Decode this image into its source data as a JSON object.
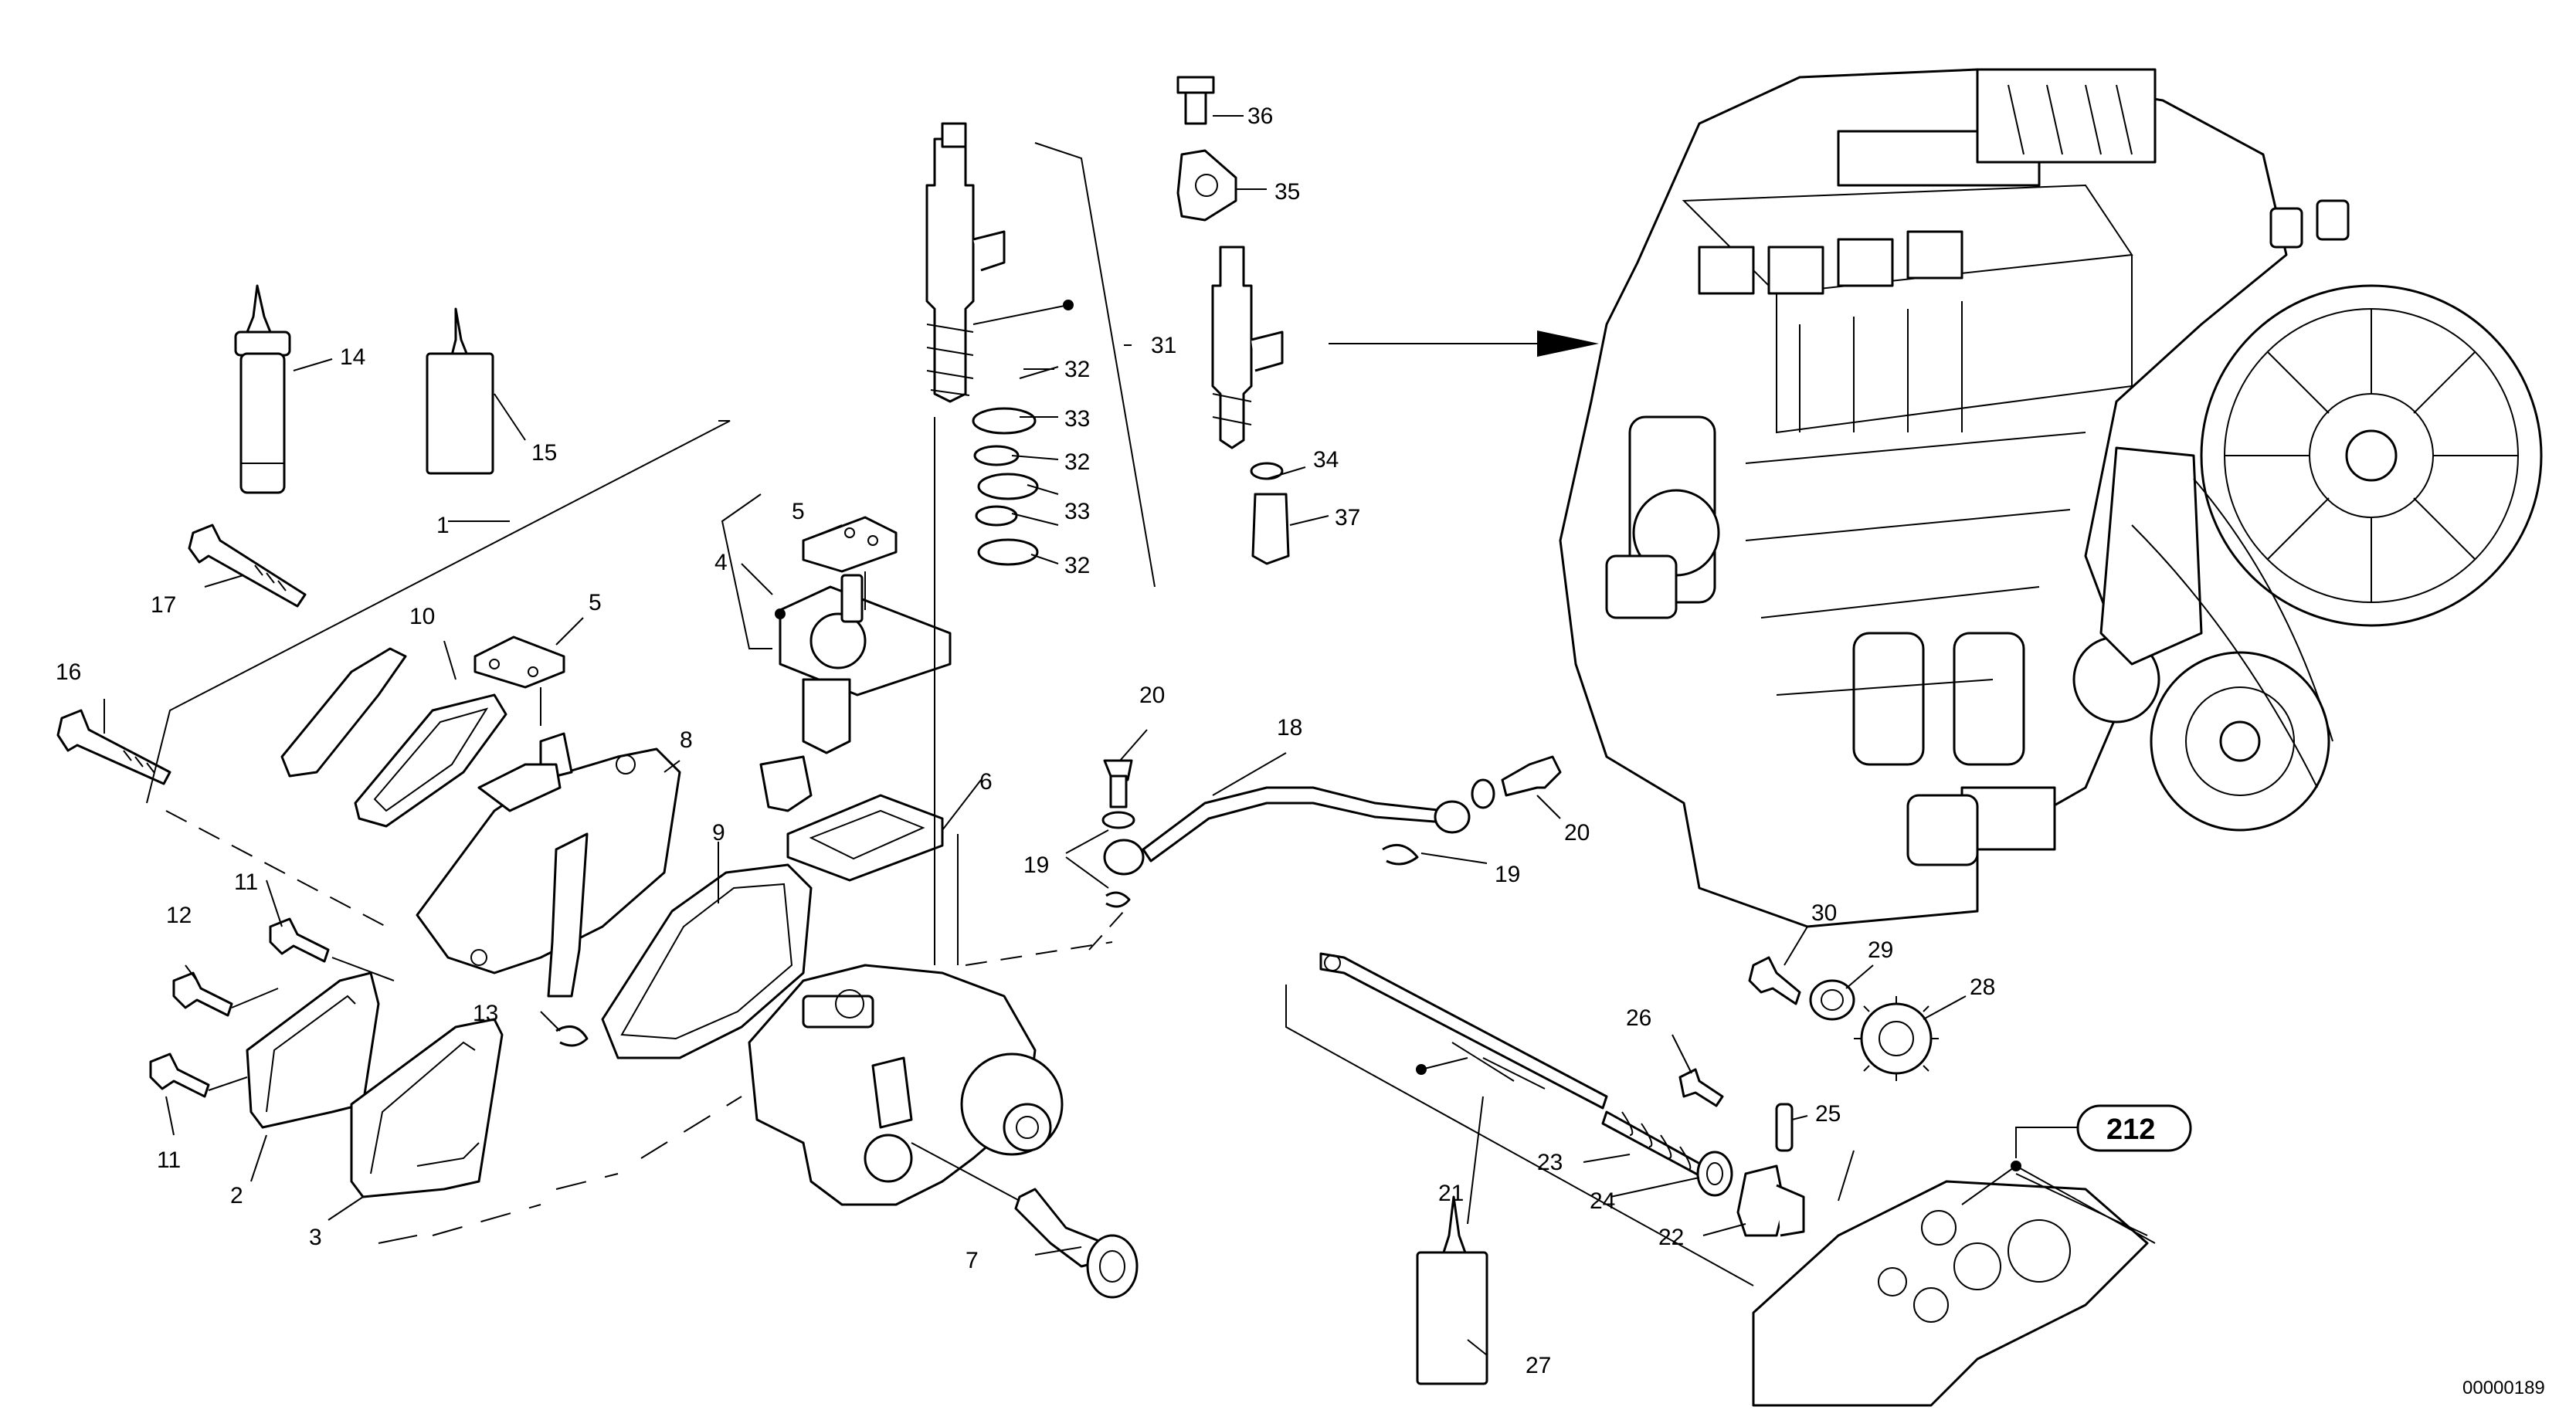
{
  "labels": {
    "l1": "1",
    "l2": "2",
    "l3": "3",
    "l4": "4",
    "l5a": "5",
    "l5b": "5",
    "l6": "6",
    "l7": "7",
    "l8": "8",
    "l9": "9",
    "l10": "10",
    "l11a": "11",
    "l11b": "11",
    "l12": "12",
    "l13": "13",
    "l14": "14",
    "l15": "15",
    "l16": "16",
    "l17": "17",
    "l18": "18",
    "l19a": "19",
    "l19b": "19",
    "l20a": "20",
    "l20b": "20",
    "l21": "21",
    "l22": "22",
    "l23": "23",
    "l24": "24",
    "l25": "25",
    "l26": "26",
    "l27": "27",
    "l28": "28",
    "l29": "29",
    "l30": "30",
    "l31": "31",
    "l32a": "32",
    "l32b": "32",
    "l32c": "32",
    "l33a": "33",
    "l33b": "33",
    "l34": "34",
    "l35": "35",
    "l36": "36",
    "l37": "37"
  },
  "reference_box": "212",
  "document_id": "00000189"
}
